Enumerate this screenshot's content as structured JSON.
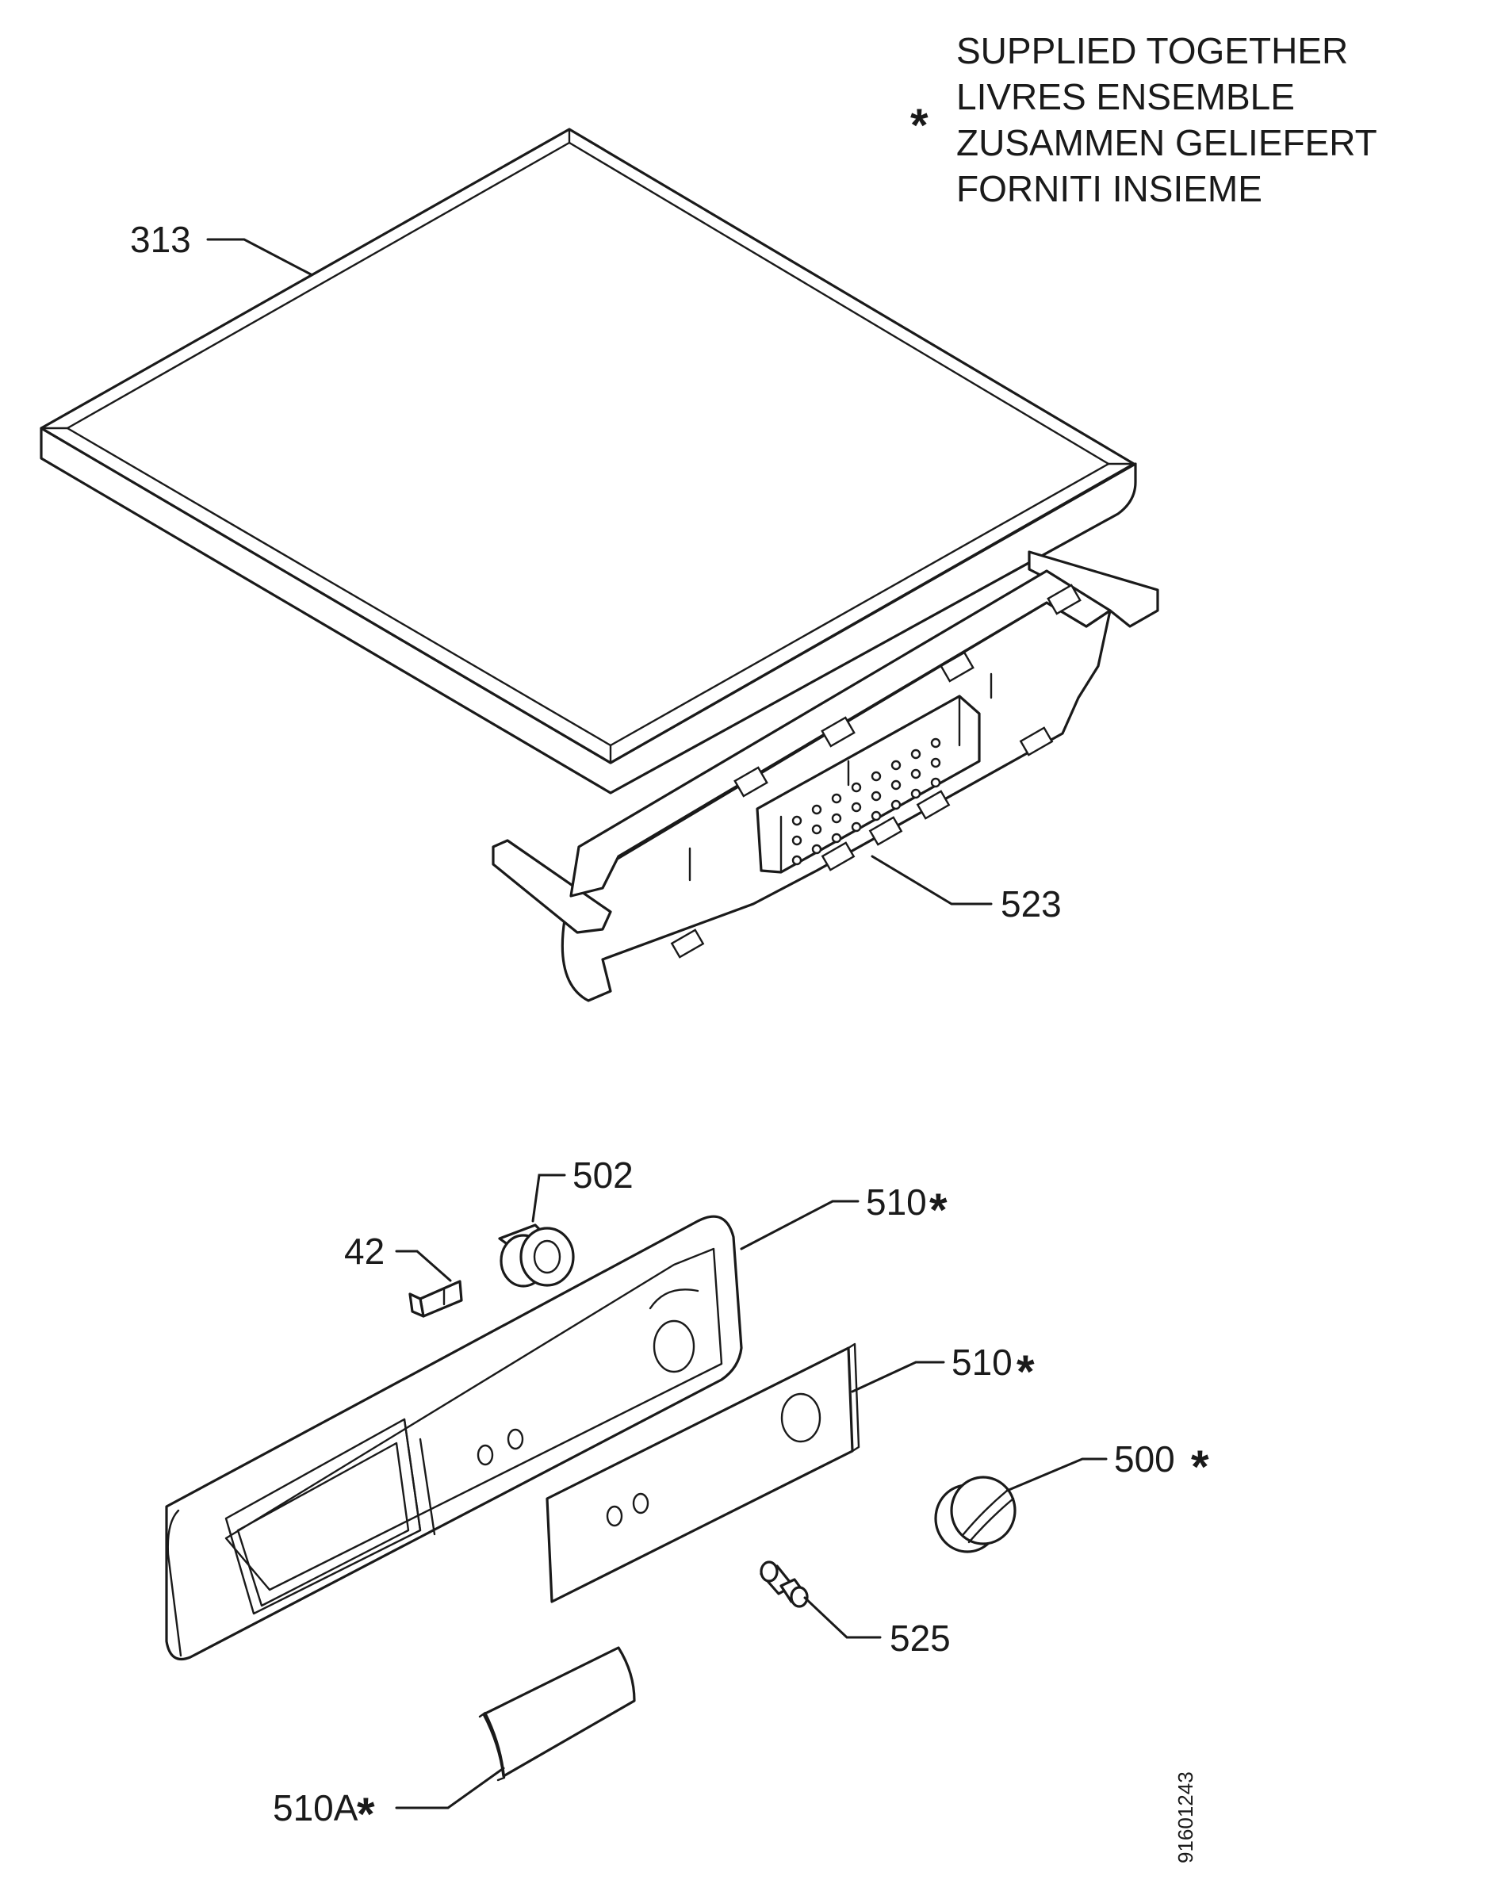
{
  "legend": {
    "symbol": "*",
    "lines": [
      "SUPPLIED TOGETHER",
      "LIVRES ENSEMBLE",
      "ZUSAMMEN GELIEFERT",
      "FORNITI INSIEME"
    ]
  },
  "callouts": {
    "lid": "313",
    "rear_panel": "523",
    "knob_insert": "502",
    "control_panel": "510",
    "fascia_plate": "510",
    "switch": "42",
    "program_knob": "500",
    "push_rod": "525",
    "door_handle": "510A"
  },
  "asterisk": "*",
  "document_number": "91601243"
}
